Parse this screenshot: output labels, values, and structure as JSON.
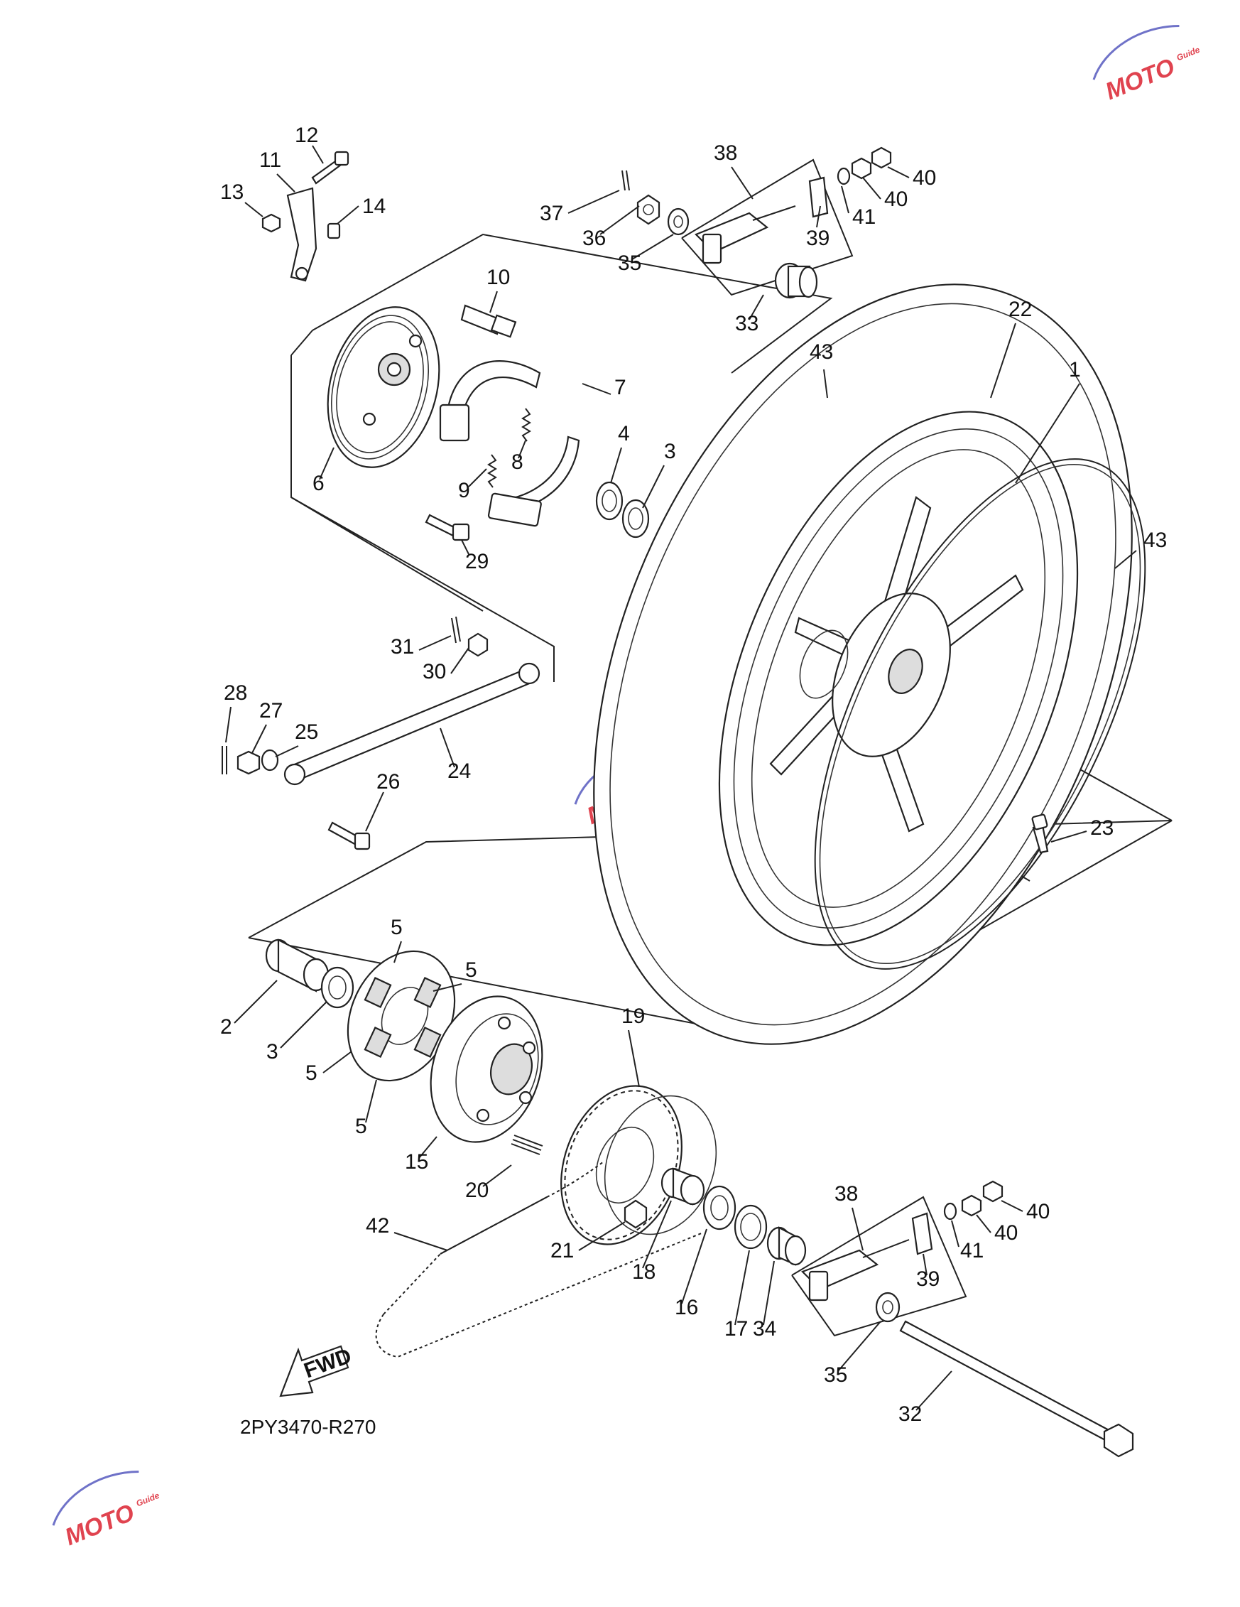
{
  "diagram": {
    "code": "2PY3470-R270",
    "fwd": "FWD"
  },
  "watermark": {
    "text": "MOTO",
    "sub": "Guide"
  },
  "colors": {
    "ink": "#222222",
    "watermark_red": "#e0434f",
    "watermark_blue": "#6f72c8"
  },
  "labels": [
    "1",
    "2",
    "3",
    "3",
    "4",
    "5",
    "5",
    "5",
    "5",
    "6",
    "7",
    "8",
    "9",
    "10",
    "11",
    "12",
    "13",
    "14",
    "15",
    "16",
    "17",
    "18",
    "19",
    "20",
    "21",
    "22",
    "23",
    "24",
    "25",
    "26",
    "27",
    "28",
    "29",
    "30",
    "31",
    "32",
    "33",
    "34",
    "35",
    "35",
    "36",
    "37",
    "38",
    "38",
    "39",
    "39",
    "40",
    "40",
    "40",
    "40",
    "41",
    "41",
    "42",
    "43",
    "43"
  ]
}
